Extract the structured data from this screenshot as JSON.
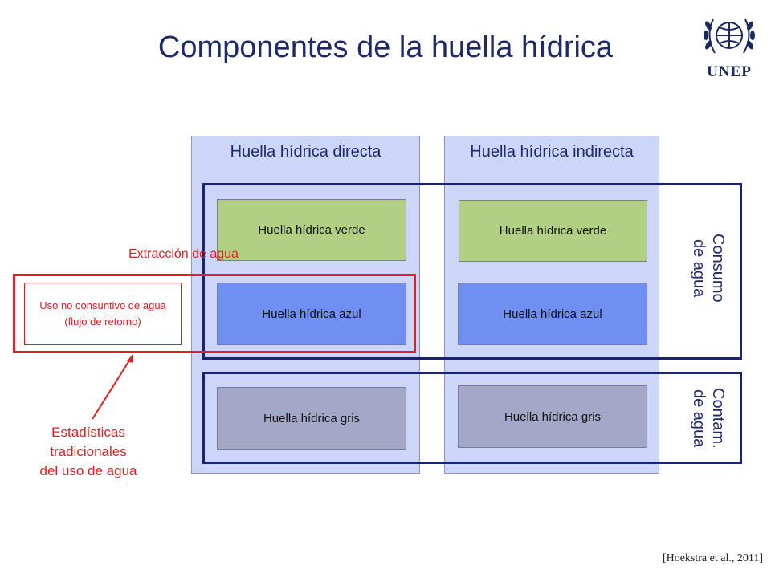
{
  "title": "Componentes de la huella hídrica",
  "logo": {
    "text": "UNEP"
  },
  "columns": {
    "direct": {
      "header": "Huella hídrica directa",
      "green": "Huella hídrica verde",
      "blue": "Huella hídrica azul",
      "grey": "Huella hídrica gris"
    },
    "indirect": {
      "header": "Huella hídrica indirecta",
      "green": "Huella hídrica verde",
      "blue": "Huella hídrica azul",
      "grey": "Huella hídrica gris"
    }
  },
  "side_labels": {
    "consumption": "Consumo\nde agua",
    "pollution": "Contam.\nde agua"
  },
  "extraction_label": "Extracción de agua",
  "return_flow": "Uso no consuntivo de agua (flujo de retorno)",
  "traditional_stats": "Estadísticas\ntradicionales\ndel uso de agua",
  "citation": "[Hoekstra et al., 2011]",
  "colors": {
    "title": "#1f2a6b",
    "column_bg": "#cdd6f8",
    "green": "#b2d083",
    "blue": "#6f8ff3",
    "grey": "#a3a8c8",
    "navy_frame": "#1a2275",
    "red": "#e02020"
  }
}
